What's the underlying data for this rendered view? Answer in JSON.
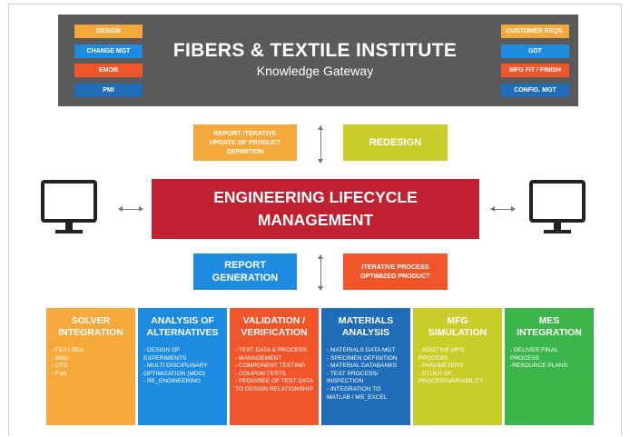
{
  "header": {
    "title": "FIBERS & TEXTILE INSTITUTE",
    "subtitle": "Knowledge Gateway",
    "left_tags": [
      "DESIGN",
      "CHANGE MGT",
      "EMOB",
      "PMI"
    ],
    "right_tags": [
      "CUSTOMER REQS.",
      "GDT",
      "MFG FIT / FINISH",
      "CONFIG. MGT"
    ]
  },
  "top_flow": {
    "report_iterative": "REPORT ITERATIVE UPDATE OF PRODUCT DEFINITION",
    "redesign": "REDESIGN"
  },
  "center": {
    "line1": "ENGINEERING LIFECYCLE",
    "line2": "MANAGEMENT"
  },
  "bottom_flow": {
    "report_generation_1": "REPORT",
    "report_generation_2": "GENERATION",
    "iterative_process_1": "ITERATIVE PROCESS",
    "iterative_process_2": "OPTIMIZED PRODUCT"
  },
  "columns": [
    {
      "title": [
        "SOLVER",
        "INTEGRATION"
      ],
      "items": [
        "- FEA / BEA",
        "- MBD",
        "- CFD",
        "- FVA"
      ],
      "color": "#f5a93b"
    },
    {
      "title": [
        "ANALYSIS OF",
        "ALTERNATIVES"
      ],
      "items": [
        "- DESIGN OF",
        "EXPERIMENTS",
        "- MULTI DISCIPLINARY",
        "OPTIMIZATION (MDO)",
        "- RE_ENGINEERING"
      ],
      "color": "#1d8be0"
    },
    {
      "title": [
        "VALIDATION /",
        "VERIFICATION"
      ],
      "items": [
        "- TEST DATA & PROCESS",
        "- MANAGEMENT",
        "- COMPONENT TESTING",
        "- COUPON TESTS",
        "- PEDIGREE OF TEST DATA",
        "TO DESIGN RELATIONSHIP"
      ],
      "color": "#f0562a"
    },
    {
      "title": [
        "MATERIALS",
        "ANALYSIS"
      ],
      "items": [
        "- MATERIALS DATA MGT",
        "- SPECIMEN DEFINITION",
        "- MATERIAL DATABANKS",
        "- TEST PROCESS/",
        "INSPECTION",
        "- INTEGRATION TO",
        "MATLAB / MS_EXCEL"
      ],
      "color": "#1f6db8"
    },
    {
      "title": [
        "MFG",
        "SIMULATION"
      ],
      "items": [
        "- ADDITIVE MFG",
        "PROCESS",
        "- PARAMETERS",
        "- STUDY OF",
        "PROCESSVARIABILITY"
      ],
      "color": "#c9cd2a"
    },
    {
      "title": [
        "MES",
        "INTEGRATION"
      ],
      "items": [
        "- DELIVER FINAL",
        "PROCESS",
        "-RESOURCE PLANS"
      ],
      "color": "#3cb54a"
    }
  ],
  "colors": {
    "header_bg": "#5a5a5a",
    "orange": "#f5a93b",
    "blue": "#1d8be0",
    "red_orange": "#f0562a",
    "dark_blue": "#1f6db8",
    "lime": "#c9cd2a",
    "green": "#3cb54a",
    "crimson": "#c0202f"
  },
  "icons": [
    "monitor-icon",
    "double-arrow-icon"
  ]
}
